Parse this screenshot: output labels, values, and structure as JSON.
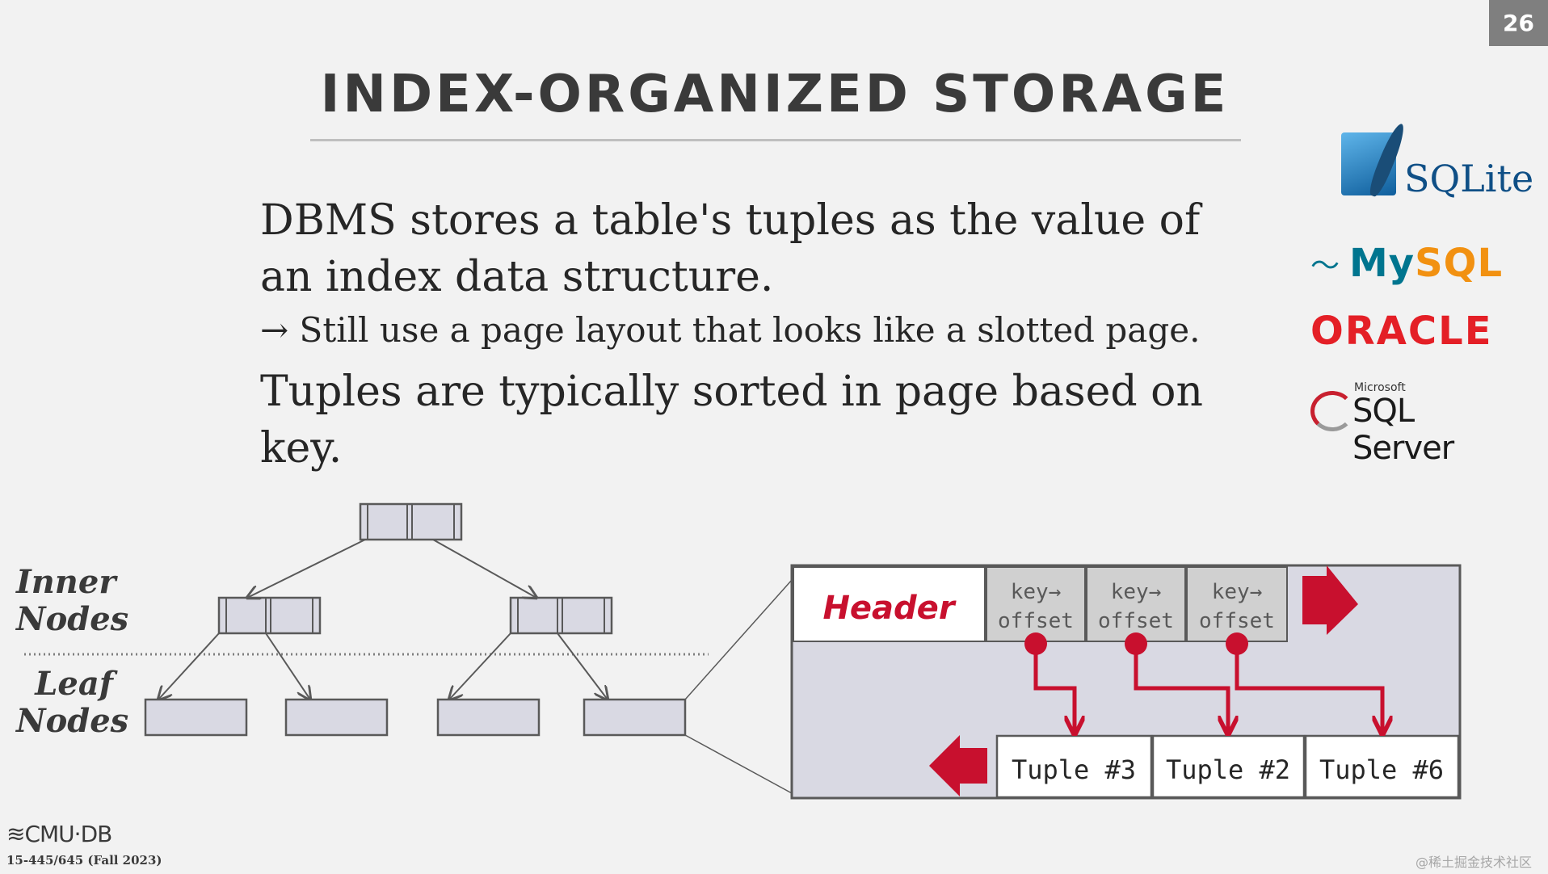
{
  "slide_number": "26",
  "title": "INDEX-ORGANIZED STORAGE",
  "bullets": {
    "main1": "DBMS stores a table's tuples as the value of an index data structure.",
    "sub1": "→ Still use a page layout that looks like a slotted page.",
    "main2": "Tuples are typically sorted in page based on key."
  },
  "logos": {
    "sqlite": "SQLite",
    "mysql_a": "My",
    "mysql_b": "SQL",
    "oracle": "ORACLE",
    "sqlserver_brand": "Microsoft",
    "sqlserver": "SQL Server"
  },
  "tree": {
    "inner_label_1": "Inner",
    "inner_label_2": "Nodes",
    "leaf_label_1": "Leaf",
    "leaf_label_2": "Nodes"
  },
  "page": {
    "header": "Header",
    "slot_line1": "key→",
    "slot_line2": "offset",
    "tuples": [
      "Tuple #3",
      "Tuple #2",
      "Tuple #6"
    ]
  },
  "colors": {
    "accent": "#c8102e",
    "node_fill": "#d9d9e3",
    "slot_fill": "#d0d0d0"
  },
  "footer": {
    "logo": "CMU·DB",
    "course": "15-445/645 (Fall 2023)"
  },
  "watermark": "@稀土掘金技术社区"
}
